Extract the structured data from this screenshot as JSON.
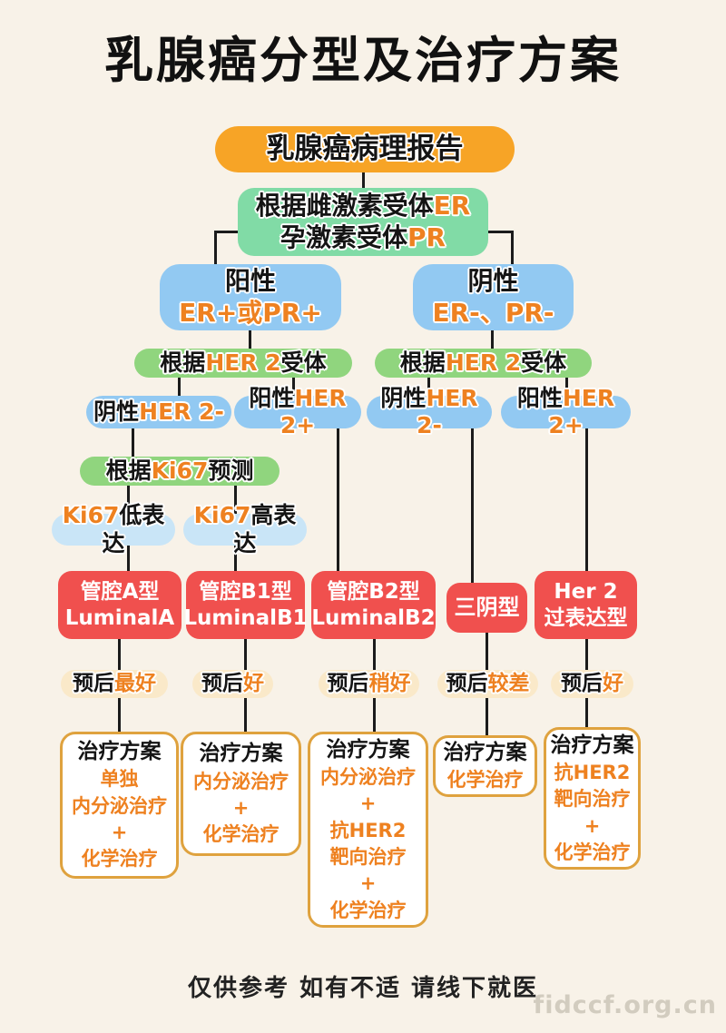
{
  "page": {
    "title": "乳腺癌分型及治疗方案",
    "footer": "仅供参考 如有不适 请线下就医",
    "watermark": "fidccf.org.cn"
  },
  "flow": {
    "root": {
      "label": "乳腺癌病理报告"
    },
    "er_pr_criteria": {
      "line1_black": "根据雌激素受体",
      "line1_orange": "ER",
      "line2_black": "孕激素受体",
      "line2_orange": "PR"
    },
    "er_positive": {
      "title": "阳性",
      "subtitle": "ER+或PR+"
    },
    "er_negative": {
      "title": "阴性",
      "subtitle": "ER-、PR-"
    },
    "her2_criteria": [
      {
        "pre": "根据",
        "orange": "HER 2",
        "post": "受体"
      },
      {
        "pre": "根据",
        "orange": "HER 2",
        "post": "受体"
      }
    ],
    "her2_results": [
      {
        "black": "阴性",
        "orange": "HER 2-"
      },
      {
        "black": "阳性",
        "orange": "HER 2+"
      },
      {
        "black": "阴性",
        "orange": "HER 2-"
      },
      {
        "black": "阳性",
        "orange": "HER 2+"
      }
    ],
    "ki67_criteria": {
      "pre": "根据",
      "orange": "Ki67",
      "post": "预测"
    },
    "ki67_results": [
      {
        "orange": "Ki67",
        "black": "低表达"
      },
      {
        "orange": "Ki67",
        "black": "高表达"
      }
    ],
    "subtypes": [
      {
        "line1": "管腔A型",
        "line2": "LuminalA"
      },
      {
        "line1": "管腔B1型",
        "line2": "LuminalB1"
      },
      {
        "line1": "管腔B2型",
        "line2": "LuminalB2"
      },
      {
        "line1": "三阴型",
        "line2": ""
      },
      {
        "line1": "Her 2",
        "line2": "过表达型"
      }
    ],
    "prognosis": [
      {
        "black": "预后",
        "orange": "最好"
      },
      {
        "black": "预后",
        "orange": "好"
      },
      {
        "black": "预后",
        "orange": "稍好"
      },
      {
        "black": "预后",
        "orange": "较差"
      },
      {
        "black": "预后",
        "orange": "好"
      }
    ],
    "treatments": [
      {
        "title": "治疗方案",
        "lines": [
          "单独",
          "内分泌治疗",
          "+",
          "化学治疗"
        ]
      },
      {
        "title": "治疗方案",
        "lines": [
          "内分泌治疗",
          "+",
          "化学治疗"
        ]
      },
      {
        "title": "治疗方案",
        "lines": [
          "内分泌治疗",
          "+",
          "抗HER2",
          "靶向治疗",
          "+",
          "化学治疗"
        ]
      },
      {
        "title": "治疗方案",
        "lines": [
          "化学治疗"
        ]
      },
      {
        "title": "治疗方案",
        "lines": [
          "抗HER2",
          "靶向治疗",
          "+",
          "化学治疗"
        ]
      }
    ]
  },
  "colors": {
    "background": "#F8F2E8",
    "amber_node": "#F7A426",
    "mint_green": "#81DBA6",
    "grass_green": "#90D57E",
    "sky_blue": "#92C9F2",
    "pale_blue": "#C9E5F7",
    "red": "#F0504E",
    "accent_orange": "#EE8120",
    "cream_pill": "#FAE9C9",
    "treatment_border": "#DFA23E",
    "connector": "#1b1b1b"
  }
}
